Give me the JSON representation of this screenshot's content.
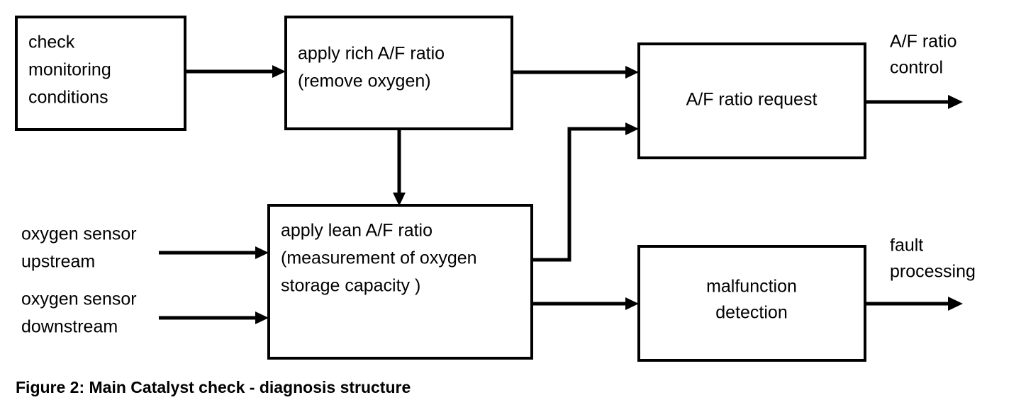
{
  "figure": {
    "caption": "Figure 2: Main Catalyst check - diagnosis structure",
    "background_color": "#ffffff",
    "line_color": "#000000",
    "text_color": "#000000"
  },
  "boxes": {
    "check_monitoring": {
      "lines": [
        "check",
        "monitoring",
        "conditions"
      ],
      "align": "left"
    },
    "apply_rich": {
      "lines": [
        "apply rich A/F ratio",
        "(remove oxygen)"
      ],
      "align": "left"
    },
    "af_ratio_request": {
      "lines": [
        "A/F ratio request"
      ],
      "align": "center"
    },
    "apply_lean": {
      "lines": [
        "apply lean A/F ratio",
        "(measurement of oxygen",
        "storage capacity )"
      ],
      "align": "left"
    },
    "malfunction_detection": {
      "lines": [
        "malfunction",
        "detection"
      ],
      "align": "center"
    }
  },
  "labels": {
    "oxygen_sensor_upstream": [
      "oxygen sensor",
      "upstream"
    ],
    "oxygen_sensor_downstream": [
      "oxygen sensor",
      "downstream"
    ],
    "af_ratio_control": [
      "A/F ratio",
      "control"
    ],
    "fault_processing": [
      "fault",
      "processing"
    ]
  },
  "connectors": [
    {
      "name": "check-to-rich",
      "from": "check_monitoring",
      "to": "apply_rich"
    },
    {
      "name": "rich-to-request",
      "from": "apply_rich",
      "to": "af_ratio_request"
    },
    {
      "name": "rich-to-lean",
      "from": "apply_rich",
      "to": "apply_lean"
    },
    {
      "name": "lean-to-request",
      "from": "apply_lean",
      "to": "af_ratio_request"
    },
    {
      "name": "lean-to-malfunction",
      "from": "apply_lean",
      "to": "malfunction_detection"
    },
    {
      "name": "upstream-to-lean",
      "from": "oxygen_sensor_upstream",
      "to": "apply_lean"
    },
    {
      "name": "downstream-to-lean",
      "from": "oxygen_sensor_downstream",
      "to": "apply_lean"
    },
    {
      "name": "request-to-control",
      "from": "af_ratio_request",
      "to": "af_ratio_control"
    },
    {
      "name": "malfunction-to-fault",
      "from": "malfunction_detection",
      "to": "fault_processing"
    }
  ]
}
